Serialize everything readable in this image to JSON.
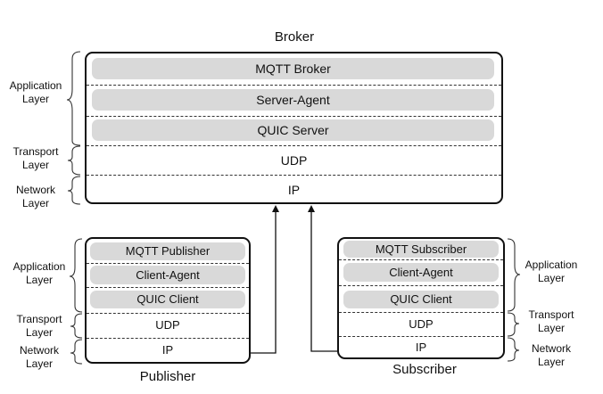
{
  "broker": {
    "title": "Broker",
    "layers": [
      "MQTT Broker",
      "Server-Agent",
      "QUIC Server",
      "UDP",
      "IP"
    ],
    "labels": {
      "application": [
        "Application",
        "Layer"
      ],
      "transport": [
        "Transport",
        "Layer"
      ],
      "network": [
        "Network",
        "Layer"
      ]
    }
  },
  "publisher": {
    "title": "Publisher",
    "layers": [
      "MQTT Publisher",
      "Client-Agent",
      "QUIC Client",
      "UDP",
      "IP"
    ],
    "labels": {
      "application": [
        "Application",
        "Layer"
      ],
      "transport": [
        "Transport",
        "Layer"
      ],
      "network": [
        "Network",
        "Layer"
      ]
    }
  },
  "subscriber": {
    "title": "Subscriber",
    "layers": [
      "MQTT Subscriber",
      "Client-Agent",
      "QUIC Client",
      "UDP",
      "IP"
    ],
    "labels": {
      "application": [
        "Application",
        "Layer"
      ],
      "transport": [
        "Transport",
        "Layer"
      ],
      "network": [
        "Network",
        "Layer"
      ]
    }
  },
  "colors": {
    "module_fill": "#d9d9d9",
    "stroke": "#111111"
  }
}
